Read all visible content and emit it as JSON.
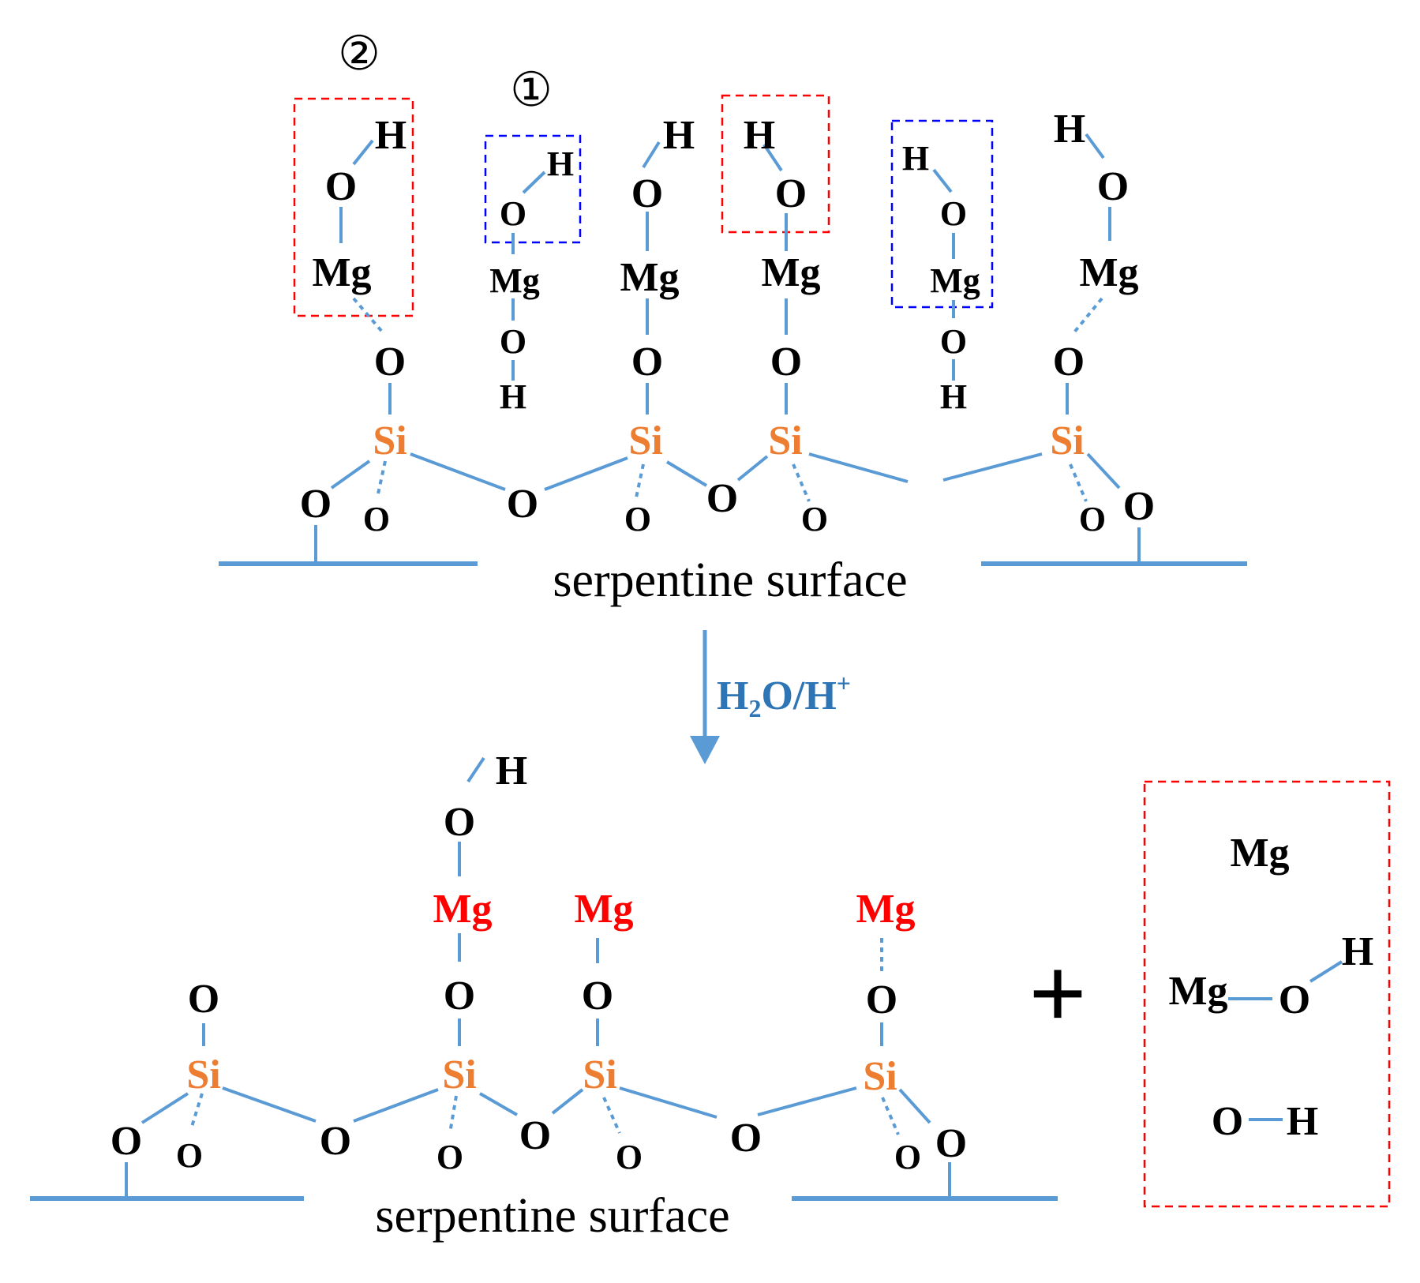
{
  "colors": {
    "bond": "#5b9bd5",
    "silicon": "#ed7d31",
    "released_mg": "#ff0000",
    "box_red": "#ff0000",
    "box_blue": "#0000ff",
    "reagent": "#2e75b6",
    "text": "#000000"
  },
  "markers": {
    "one": "①",
    "two": "②"
  },
  "reagent": {
    "h": "H",
    "sub2": "2",
    "o_slash_h": "O/H",
    "plus_sup": "+"
  },
  "surface_label": "serpentine surface",
  "plus_sign": "+",
  "products": {
    "mg": "Mg",
    "mgoh_mg": "Mg",
    "mgoh_o": "O",
    "mgoh_h": "H",
    "oh_o": "O",
    "oh_h": "H"
  },
  "atoms": {
    "mg": "Mg",
    "o": "O",
    "h": "H",
    "si": "Si"
  }
}
